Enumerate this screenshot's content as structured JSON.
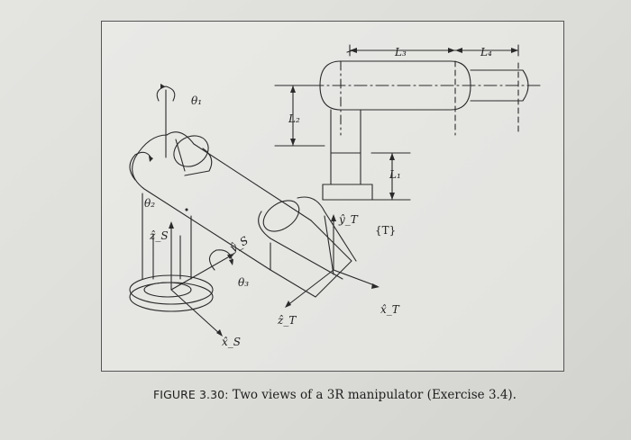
{
  "figure": {
    "labels": {
      "theta1": "θ₁",
      "theta2": "θ₂",
      "theta3": "θ₃",
      "L1": "L₁",
      "L2": "L₂",
      "L3": "L₃",
      "L4": "L₄",
      "zS": "ẑ_S",
      "yS": "ŷ_S",
      "xS": "x̂_S",
      "yT": "ŷ_T",
      "zT": "ẑ_T",
      "xT": "x̂_T",
      "T": "{T}"
    }
  },
  "caption": {
    "label": "FIGURE 3.30:",
    "text": " Two views of a 3R manipulator (Exercise 3.4)."
  }
}
